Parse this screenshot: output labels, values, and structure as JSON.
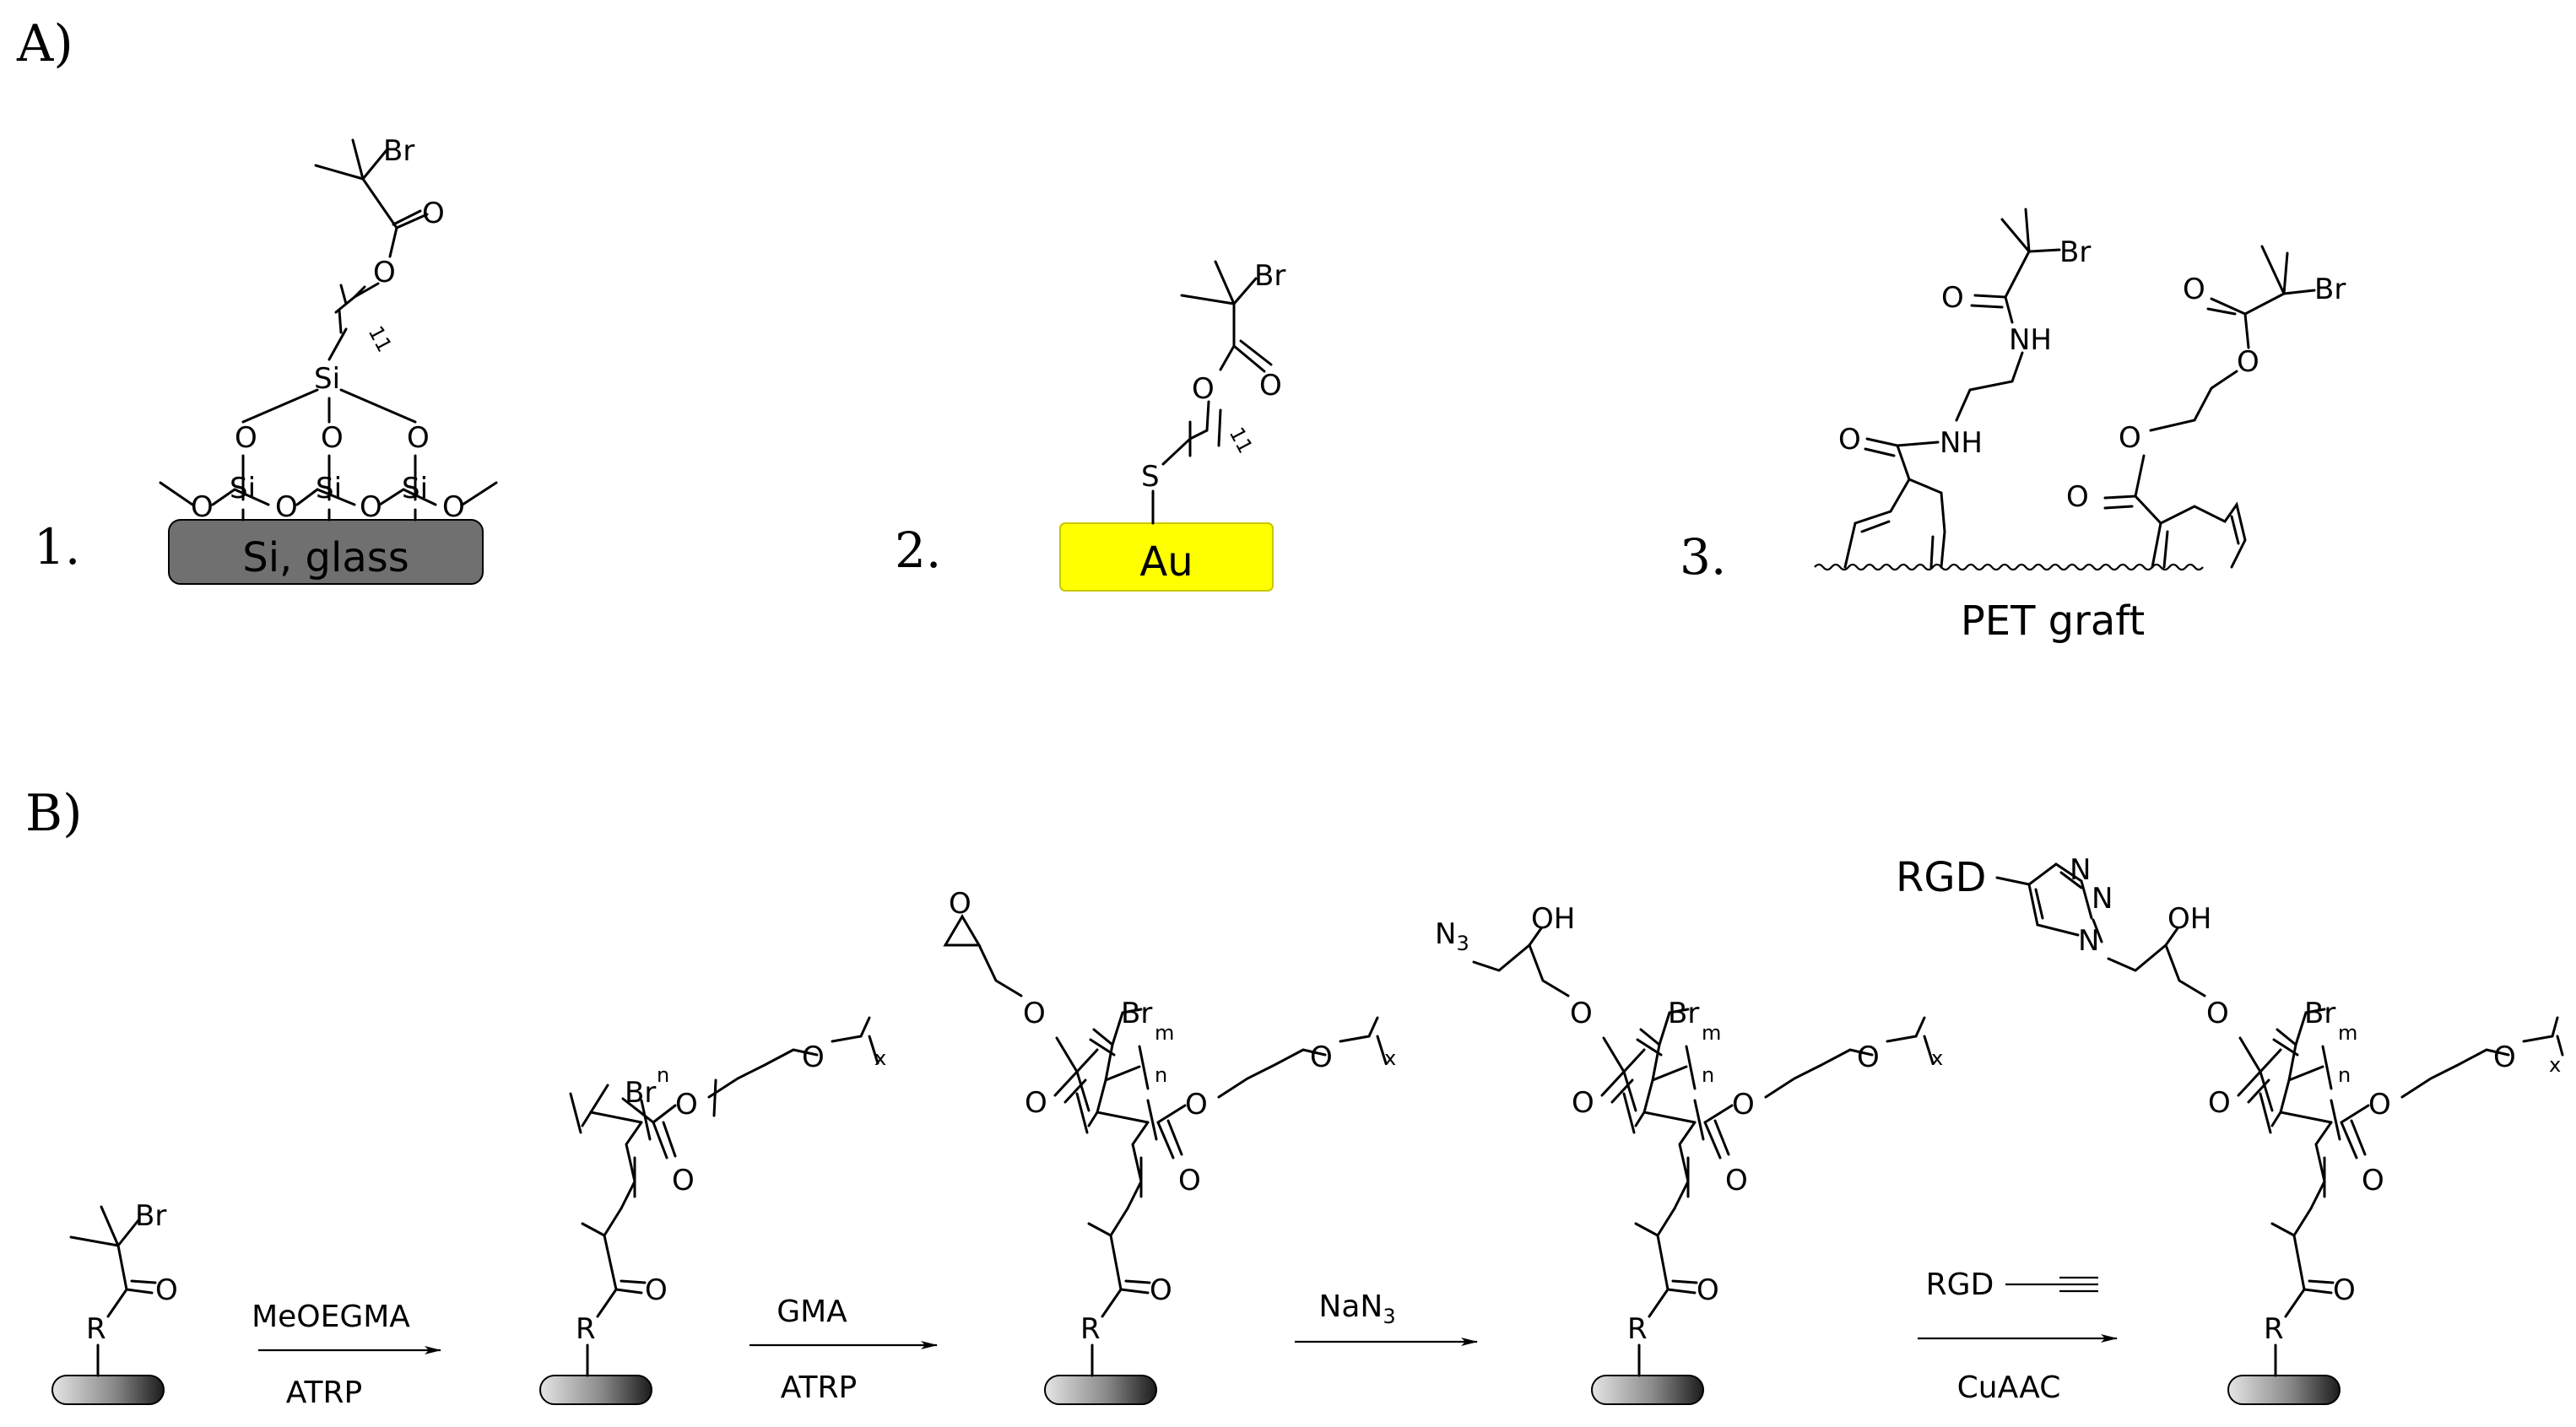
{
  "panels": {
    "a": "A)",
    "b": "B)"
  },
  "items": [
    "1.",
    "2.",
    "3."
  ],
  "substrates": {
    "si": "Si, glass",
    "au": "Au",
    "pet": "PET graft"
  },
  "atoms": {
    "br": "Br",
    "o": "O",
    "si": "Si",
    "s": "S",
    "nh": "NH",
    "r": "R",
    "oh": "OH",
    "n": "N",
    "n3": "N",
    "n3_sub": "3",
    "chain": "11",
    "x": "x",
    "m": "m",
    "n_sub": "n"
  },
  "reagents": {
    "step1_top": "MeOEGMA",
    "step1_bottom": "ATRP",
    "step2_top": "GMA",
    "step2_bottom": "ATRP",
    "step3_top": "NaN",
    "step3_sub": "3",
    "step4_top": "RGD",
    "step4_bottom": "CuAAC",
    "rgd_label": "RGD"
  },
  "colors": {
    "au": "#ffff00",
    "si": "#707070",
    "ink": "#000000"
  }
}
